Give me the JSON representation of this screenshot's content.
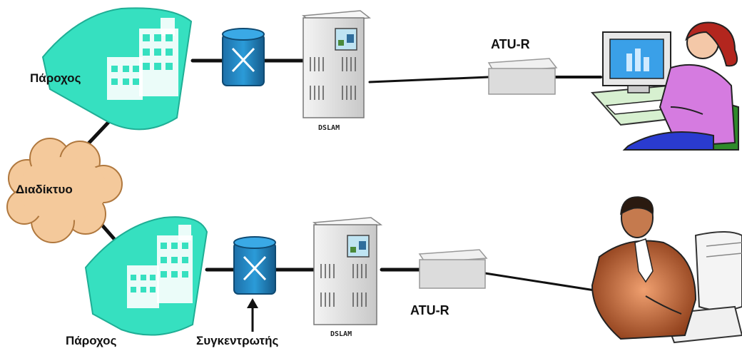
{
  "labels": {
    "internet": "Διαδίκτυο",
    "provider_top": "Πάροχος",
    "provider_bottom": "Πάροχος",
    "concentrator": "Συγκεντρωτής",
    "dslam_top": "DSLAM",
    "dslam_bottom": "DSLAM",
    "atur_top": "ATU-R",
    "atur_bottom": "ATU-R"
  },
  "colors": {
    "building": "#36e0c0",
    "building_dark": "#1fae95",
    "cloud": "#f4c99b",
    "router": "#1a78b4",
    "rack": "#e6e6e6",
    "modem": "#dcdcdc",
    "line": "#111111"
  },
  "icons": [
    "building-icon",
    "router-icon",
    "dslam-icon",
    "modem-icon",
    "cloud-icon",
    "user-computer-icon"
  ]
}
